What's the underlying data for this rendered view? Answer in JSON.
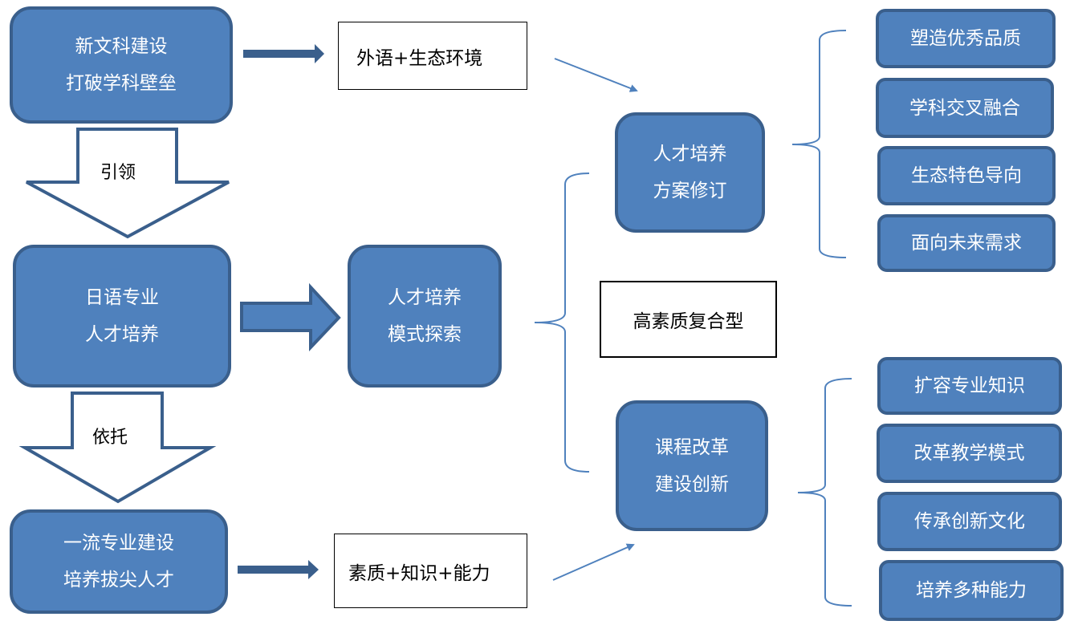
{
  "colors": {
    "box_fill": "#4f81bd",
    "box_border": "#3a5f8c",
    "connector": "#4f81bd",
    "block_arrow": "#3a5f8c"
  },
  "left_column": {
    "box1": {
      "line1": "新文科建设",
      "line2": "打破学科壁垒"
    },
    "arrow1_label": "引领",
    "box2": {
      "line1": "日语专业",
      "line2": "人才培养"
    },
    "arrow2_label": "依托",
    "box3": {
      "line1": "一流专业建设",
      "line2": "培养拔尖人才"
    }
  },
  "middle": {
    "top_note": "外语+生态环境",
    "model_box": {
      "line1": "人才培养",
      "line2": "模式探索"
    },
    "bottom_note": "素质+知识+能力",
    "center_note": "高素质复合型"
  },
  "branches": {
    "plan_box": {
      "line1": "人才培养",
      "line2": "方案修订"
    },
    "course_box": {
      "line1": "课程改革",
      "line2": "建设创新"
    }
  },
  "plan_items": [
    "塑造优秀品质",
    "学科交叉融合",
    "生态特色导向",
    "面向未来需求"
  ],
  "course_items": [
    "扩容专业知识",
    "改革教学模式",
    "传承创新文化",
    "培养多种能力"
  ]
}
